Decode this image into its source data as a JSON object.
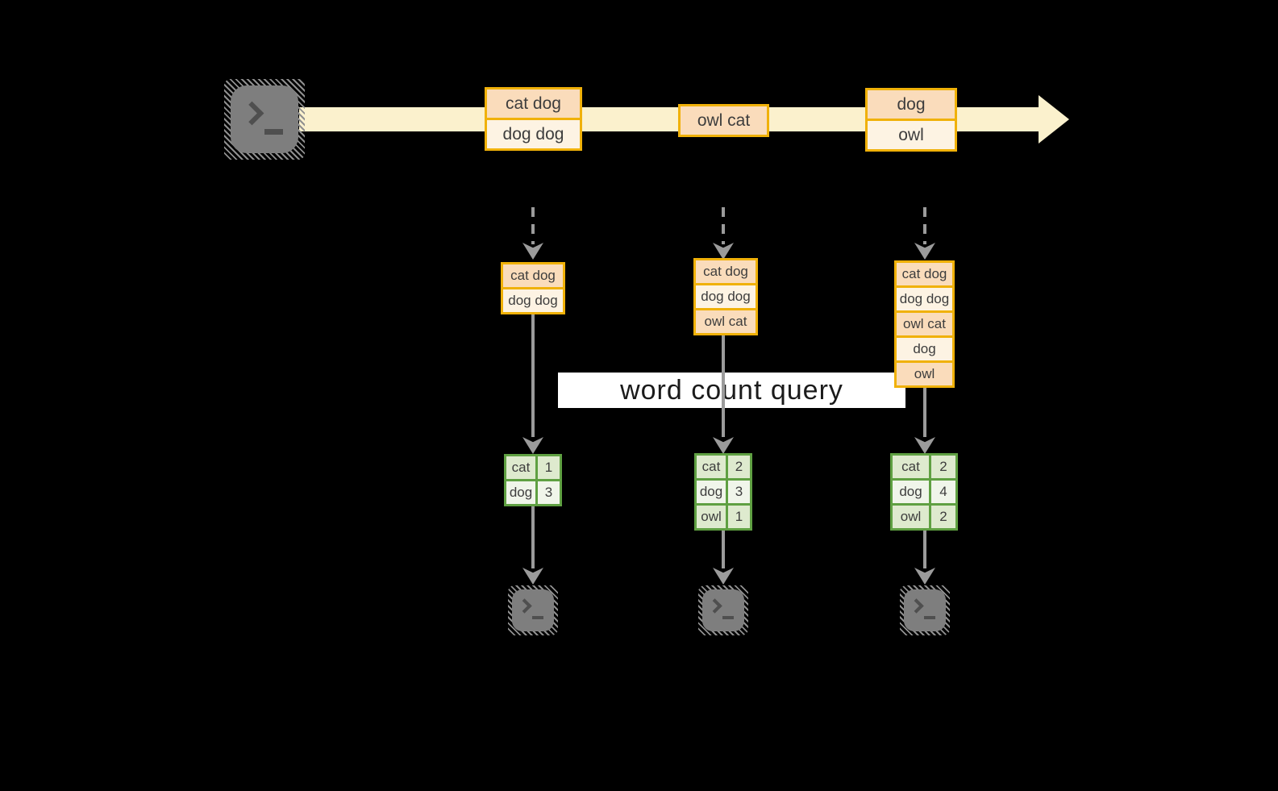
{
  "colors": {
    "orange_border": "#F0B109",
    "peach_fill": "#FADCBB",
    "cream_fill": "#FDF3E3",
    "stream_bar": "#FBF1CD",
    "green_border": "#5FA042",
    "green_fill_dark": "#DEEACE",
    "green_fill_light": "#F0F5EA",
    "arrow_gray": "#9B9B9B",
    "icon_gray": "#7E7E7E",
    "label_bg": "#FFFFFF"
  },
  "source": {
    "icon": "terminal-icon"
  },
  "stream_batches": [
    {
      "cells": [
        "cat dog",
        "dog dog"
      ]
    },
    {
      "cells": [
        "owl cat"
      ]
    },
    {
      "cells": [
        "dog",
        "owl"
      ]
    }
  ],
  "query": {
    "label": "word count query"
  },
  "columns": [
    {
      "input": {
        "cells": [
          "cat dog",
          "dog dog"
        ]
      },
      "result": {
        "rows": [
          {
            "word": "cat",
            "count": "1"
          },
          {
            "word": "dog",
            "count": "3"
          }
        ]
      },
      "sink_icon": "terminal-icon"
    },
    {
      "input": {
        "cells": [
          "cat dog",
          "dog dog",
          "owl cat"
        ]
      },
      "result": {
        "rows": [
          {
            "word": "cat",
            "count": "2"
          },
          {
            "word": "dog",
            "count": "3"
          },
          {
            "word": "owl",
            "count": "1"
          }
        ]
      },
      "sink_icon": "terminal-icon"
    },
    {
      "input": {
        "cells": [
          "cat dog",
          "dog dog",
          "owl cat",
          "dog",
          "owl"
        ]
      },
      "result": {
        "rows": [
          {
            "word": "cat",
            "count": "2"
          },
          {
            "word": "dog",
            "count": "4"
          },
          {
            "word": "owl",
            "count": "2"
          }
        ]
      },
      "sink_icon": "terminal-icon"
    }
  ]
}
